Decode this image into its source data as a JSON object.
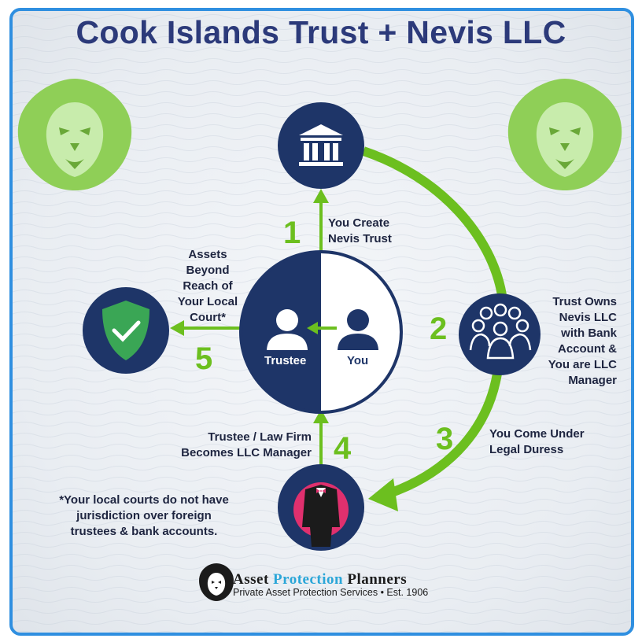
{
  "title": "Cook Islands Trust + Nevis LLC",
  "steps": {
    "s1": {
      "number": "1",
      "text": "You Create\nNevis Trust"
    },
    "s2": {
      "number": "2",
      "text": "Trust Owns\nNevis LLC\nwith Bank\nAccount &\nYou are LLC\nManager"
    },
    "s3": {
      "number": "3",
      "text": "You Come Under\nLegal Duress"
    },
    "s4": {
      "number": "4",
      "text": "Trustee / Law Firm\nBecomes LLC Manager"
    },
    "s5": {
      "number": "5",
      "text": "Assets\nBeyond\nReach of\nYour Local\nCourt*"
    }
  },
  "center": {
    "left_label": "Trustee",
    "right_label": "You"
  },
  "footnote": "*Your local courts do not have\njurisdiction over foreign\ntrustees & bank accounts.",
  "brand": {
    "name_part1": "Asset ",
    "name_highlight": "Protection",
    "name_part2": " Planners",
    "tagline": "Private Asset Protection Services • Est. 1906"
  },
  "colors": {
    "navy": "#1e3568",
    "green": "#6cbf1f",
    "title": "#2c3a7a",
    "border": "#2f8fe0",
    "pink": "#e0306e",
    "shield": "#3aa655"
  },
  "icons": [
    "bank-icon",
    "people-group-icon",
    "suit-icon",
    "shield-check-icon",
    "person-icon",
    "lion-icon"
  ]
}
